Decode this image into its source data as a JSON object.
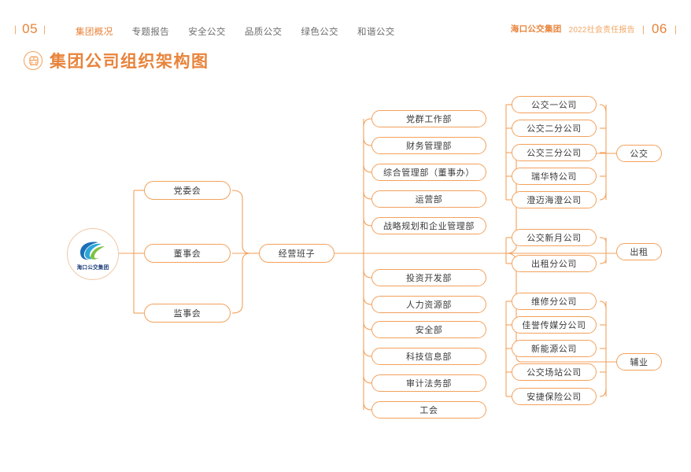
{
  "header": {
    "page_left": "05",
    "page_right": "06",
    "bar_glyph": "|",
    "nav_items": [
      {
        "label": "集团概况",
        "active": true
      },
      {
        "label": "专题报告",
        "active": false
      },
      {
        "label": "安全公交",
        "active": false
      },
      {
        "label": "品质公交",
        "active": false
      },
      {
        "label": "绿色公交",
        "active": false
      },
      {
        "label": "和谐公交",
        "active": false
      }
    ],
    "brand": "海口公交集团",
    "report": "2022社会责任报告"
  },
  "title": {
    "text": "集团公司组织架构图",
    "icon": "bus-icon"
  },
  "logo": {
    "text": "海口公交集团",
    "colors": [
      "#1b6fb5",
      "#2aa7d8",
      "#7ec242"
    ]
  },
  "colors": {
    "accent": "#E8833A",
    "line": "#F3A15C",
    "node_border": "#F3A15C",
    "node_text": "#3a3a3a",
    "nav_inactive": "#6d6d6d"
  },
  "chart_data": {
    "type": "diagram",
    "title": "集团公司组织架构图",
    "root": "海口公交集团",
    "governance": [
      {
        "label": "党委会"
      },
      {
        "label": "董事会"
      },
      {
        "label": "监事会"
      }
    ],
    "management": {
      "label": "经营班子"
    },
    "departments_upper": [
      {
        "label": "党群工作部"
      },
      {
        "label": "财务管理部"
      },
      {
        "label": "综合管理部（董事办）"
      },
      {
        "label": "运营部"
      },
      {
        "label": "战略规划和企业管理部"
      }
    ],
    "departments_lower": [
      {
        "label": "投资开发部"
      },
      {
        "label": "人力资源部"
      },
      {
        "label": "安全部"
      },
      {
        "label": "科技信息部"
      },
      {
        "label": "审计法务部"
      },
      {
        "label": "工会"
      }
    ],
    "business_groups": [
      {
        "group": "公交",
        "members": [
          {
            "label": "公交一公司"
          },
          {
            "label": "公交二分公司"
          },
          {
            "label": "公交三分公司"
          },
          {
            "label": "瑞华特公司"
          },
          {
            "label": "澄迈海澄公司"
          }
        ]
      },
      {
        "group": "出租",
        "members": [
          {
            "label": "公交新月公司"
          },
          {
            "label": "出租分公司"
          }
        ]
      },
      {
        "group": "辅业",
        "members": [
          {
            "label": "维修分公司"
          },
          {
            "label": "佳誉传媒分公司"
          },
          {
            "label": "新能源公司"
          },
          {
            "label": "公交场站公司"
          },
          {
            "label": "安捷保险公司"
          }
        ]
      }
    ]
  }
}
